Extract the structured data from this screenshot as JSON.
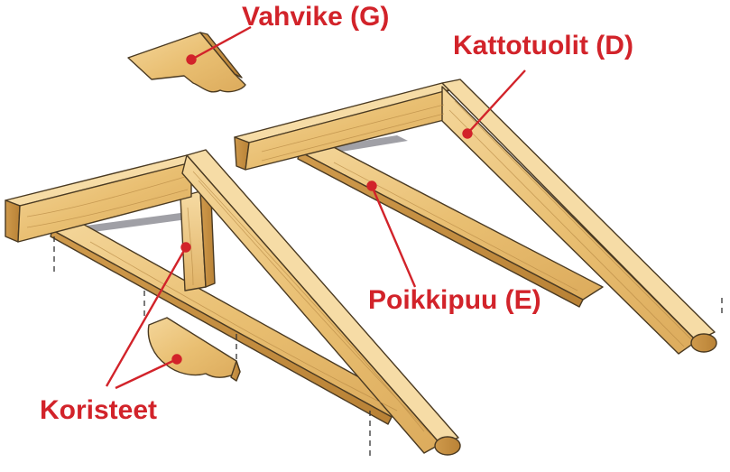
{
  "labels": {
    "vahvike": "Vahvike (G)",
    "kattotuolit": "Kattotuolit (D)",
    "poikkipuu": "Poikkipuu (E)",
    "koristeet": "Koristeet"
  },
  "colors": {
    "label": "#d2232a",
    "wood_light": "#f1cf8a",
    "wood_mid": "#e3b365",
    "wood_dark": "#c99447",
    "outline": "#4a3a22",
    "shadow": "#8f8f97"
  }
}
